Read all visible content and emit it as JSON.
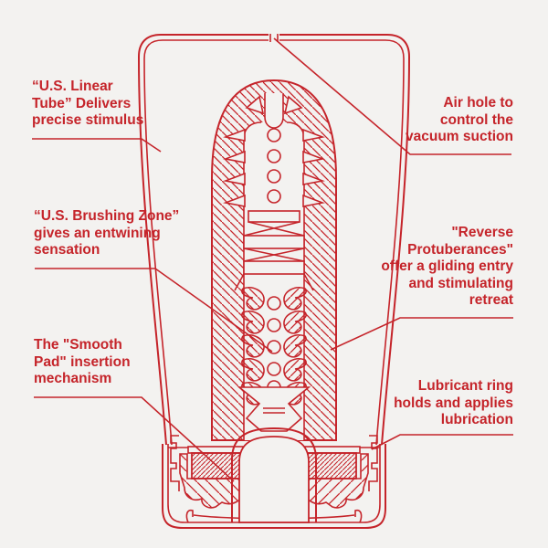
{
  "colors": {
    "background": "#f3f2f0",
    "line": "#c5242a",
    "text": "#c5242a"
  },
  "annotations": {
    "linear_tube": {
      "lines": [
        "“U.S. Linear",
        "Tube” Delivers",
        "precise stimulus"
      ]
    },
    "air_hole": {
      "lines": [
        "Air hole to",
        "control the",
        "vacuum suction"
      ]
    },
    "brushing_zone": {
      "lines": [
        "“U.S. Brushing Zone”",
        "gives an entwining",
        "sensation"
      ]
    },
    "reverse_protuberances": {
      "lines": [
        "\"Reverse",
        "Protuberances\"",
        "offer a gliding entry",
        "and stimulating",
        "retreat"
      ]
    },
    "smooth_pad": {
      "lines": [
        "The \"Smooth",
        "Pad\" insertion",
        "mechanism"
      ]
    },
    "lubricant_ring": {
      "lines": [
        "Lubricant ring",
        "holds and applies",
        "lubrication"
      ]
    }
  }
}
